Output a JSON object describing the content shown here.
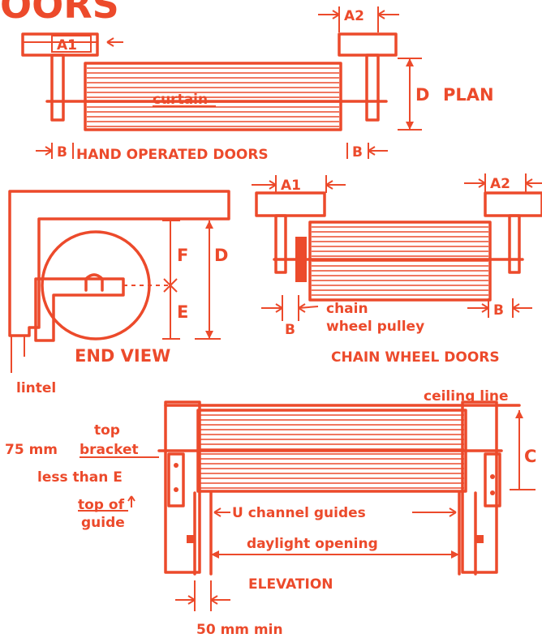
{
  "colors": {
    "ink": "#ec4a2b",
    "paper": "#ffffff"
  },
  "title_fragment": "OORS",
  "plan": {
    "label": "PLAN",
    "a1": "A1",
    "a2": "A2",
    "d": "D",
    "curtain": "curtain",
    "b_left": "B",
    "b_right": "B",
    "caption": "HAND OPERATED DOORS"
  },
  "chain": {
    "a1": "A1",
    "a2": "A2",
    "chain_label": "chain",
    "wheel_label": "wheel pulley",
    "b_left": "B",
    "b_right": "B",
    "caption": "CHAIN WHEEL DOORS"
  },
  "end_view": {
    "f": "F",
    "d": "D",
    "e": "E",
    "caption": "END VIEW",
    "lintel": "lintel"
  },
  "elevation": {
    "ceiling": "ceiling line",
    "c": "C",
    "top_label": "top",
    "mm75": "75 mm",
    "bracket": "bracket",
    "less_than_e": "less than E",
    "top_of": "top of",
    "guide": "guide",
    "u_channel": "U channel guides",
    "daylight": "daylight opening",
    "caption": "ELEVATION",
    "min50": "50 mm min"
  }
}
